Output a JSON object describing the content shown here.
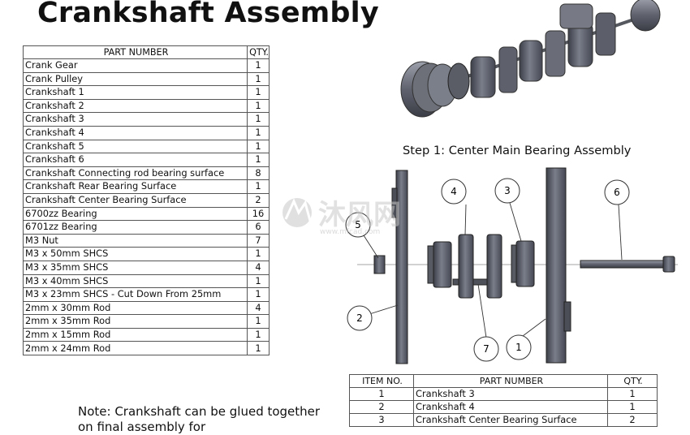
{
  "title": "Crankshaft Assembly",
  "parts_table": {
    "headers": [
      "PART NUMBER",
      "QTY."
    ],
    "rows": [
      [
        "Crank Gear",
        "1"
      ],
      [
        "Crank Pulley",
        "1"
      ],
      [
        "Crankshaft 1",
        "1"
      ],
      [
        "Crankshaft 2",
        "1"
      ],
      [
        "Crankshaft 3",
        "1"
      ],
      [
        "Crankshaft 4",
        "1"
      ],
      [
        "Crankshaft 5",
        "1"
      ],
      [
        "Crankshaft 6",
        "1"
      ],
      [
        "Crankshaft Connecting rod bearing surface",
        "8"
      ],
      [
        "Crankshaft Rear Bearing Surface",
        "1"
      ],
      [
        "Crankshaft Center Bearing Surface",
        "2"
      ],
      [
        "6700zz Bearing",
        "16"
      ],
      [
        "6701zz Bearing",
        "6"
      ],
      [
        "M3 Nut",
        "7"
      ],
      [
        "M3 x 50mm SHCS",
        "1"
      ],
      [
        "M3 x 35mm SHCS",
        "4"
      ],
      [
        "M3 x 40mm SHCS",
        "1"
      ],
      [
        "M3 x 23mm SHCS - Cut Down From 25mm",
        "1"
      ],
      [
        "2mm x 30mm Rod",
        "4"
      ],
      [
        "2mm x 35mm Rod",
        "1"
      ],
      [
        "2mm x 15mm Rod",
        "1"
      ],
      [
        "2mm x 24mm Rod",
        "1"
      ]
    ]
  },
  "step_title": "Step 1: Center Main Bearing Assembly",
  "item_table": {
    "headers": [
      "ITEM NO.",
      "PART NUMBER",
      "QTY."
    ],
    "rows": [
      [
        "1",
        "Crankshaft 3",
        "1"
      ],
      [
        "2",
        "Crankshaft 4",
        "1"
      ],
      [
        "3",
        "Crankshaft Center Bearing Surface",
        "2"
      ]
    ]
  },
  "callouts": [
    "1",
    "2",
    "3",
    "4",
    "5",
    "6",
    "7"
  ],
  "note": "Note: Crankshaft can be glued together on final assembly for",
  "watermark": {
    "text": "沐风网",
    "url": "www.mfcad.com"
  }
}
